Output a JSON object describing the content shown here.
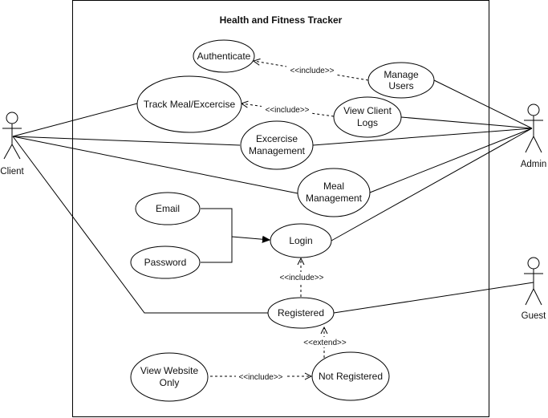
{
  "diagram": {
    "title": "Health and Fitness Tracker",
    "actors": {
      "client": "Client",
      "admin": "Admin",
      "guest": "Guest"
    },
    "use_cases": {
      "authenticate": "Authenticate",
      "manage_users": [
        "Manage",
        "Users"
      ],
      "track_meal": "Track Meal/Excercise",
      "view_client_logs": [
        "View Client",
        "Logs"
      ],
      "exercise_mgmt": [
        "Excercise",
        "Management"
      ],
      "meal_mgmt": [
        "Meal",
        "Management"
      ],
      "email": "Email",
      "password": "Password",
      "login": "Login",
      "registered": "Registered",
      "view_website": [
        "View Website",
        "Only"
      ],
      "not_registered": "Not Registered"
    },
    "relations": {
      "include_manage_auth": "<<include>>",
      "include_view_track": "<<include>>",
      "include_registered_login": "<<include>>",
      "extend_notreg_registered": "<<extend>>",
      "include_view_notreg": "<<include>>"
    }
  }
}
